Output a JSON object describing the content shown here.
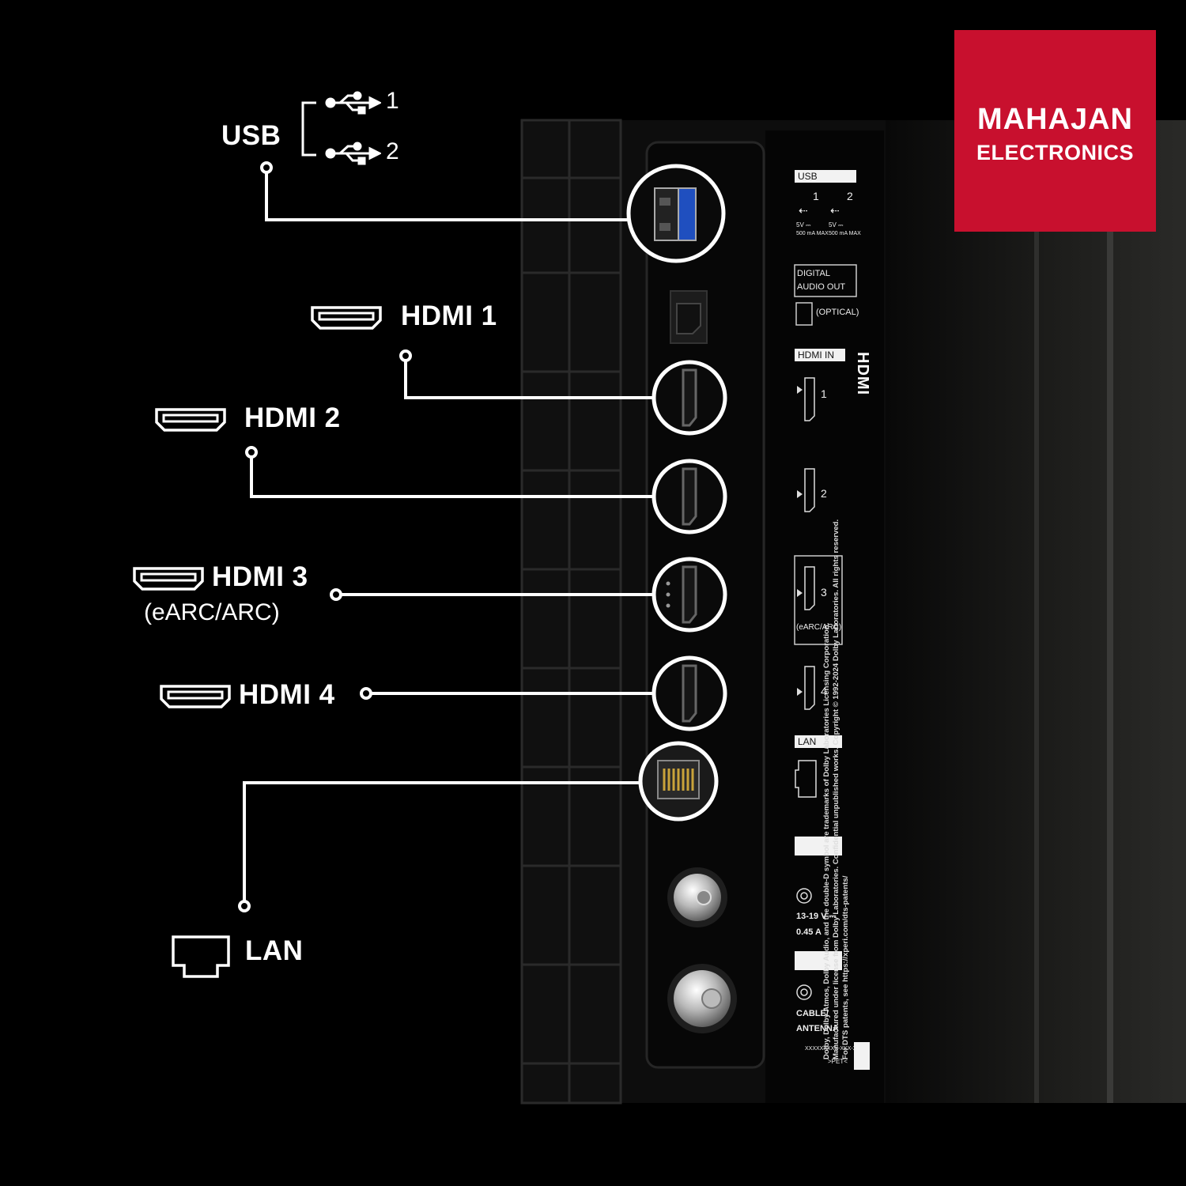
{
  "brand": {
    "line1": "MAHAJAN",
    "line2": "ELECTRONICS",
    "color": "#c8102e"
  },
  "callouts": {
    "usb": {
      "label": "USB",
      "port1": "1",
      "port2": "2",
      "icon": "usb-icon"
    },
    "hdmi1": {
      "label": "HDMI 1",
      "icon": "hdmi-icon"
    },
    "hdmi2": {
      "label": "HDMI 2",
      "icon": "hdmi-icon"
    },
    "hdmi3": {
      "label": "HDMI 3",
      "sublabel": "(eARC/ARC)",
      "icon": "hdmi-icon"
    },
    "hdmi4": {
      "label": "HDMI 4",
      "icon": "hdmi-icon"
    },
    "lan": {
      "label": "LAN",
      "icon": "ethernet-icon"
    }
  },
  "panel": {
    "usb_header": "USB",
    "usb_num1": "1",
    "usb_num2": "2",
    "usb_rating1": "5V ⎓",
    "usb_rating1b": "500 mA MAX",
    "usb_rating2": "5V ⎓",
    "usb_rating2b": "500 mA MAX",
    "digital_audio_l1": "DIGITAL",
    "digital_audio_l2": "AUDIO OUT",
    "optical": "(OPTICAL)",
    "hdmi_in": "HDMI IN",
    "hdmi_logo": "HDMI",
    "hdmi_n1": "1",
    "hdmi_n2": "2",
    "hdmi_n3": "3",
    "hdmi_n3_sub": "(eARC/ARC)",
    "hdmi_n4": "4",
    "lan": "LAN",
    "power_l1": "13-19 V ⎓",
    "power_l2": "0.45 A",
    "cable_l1": "CABLE/",
    "cable_l2": "ANTENNA",
    "serial": "XXXXXXXXX-XXX-X",
    "pet": ">PET<",
    "legal_l1": "Dolby, Dolby Atmos, Dolby Audio, and the double-D symbol are trademarks of Dolby Laboratories Licensing Corporation.",
    "legal_l2": "Manufactured under license from Dolby Laboratories. Confidential unpublished works. Copyright © 1992-2024 Dolby Laboratories. All rights reserved.",
    "legal_l3": "For DTS patents, see https://xperi.com/dts-patents/"
  }
}
